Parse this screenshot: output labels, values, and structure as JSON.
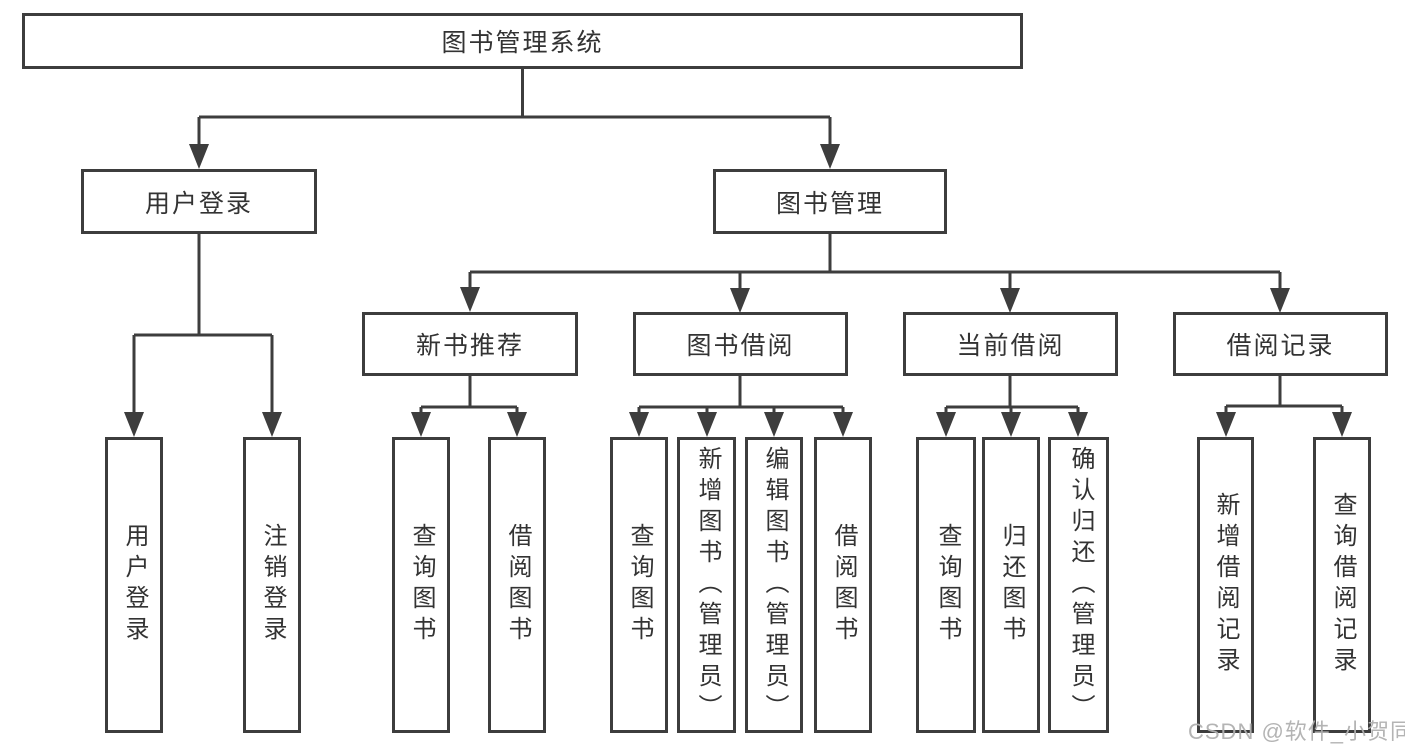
{
  "colors": {
    "line": "#3d3d3d",
    "text": "#333333",
    "background": "#ffffff",
    "watermark": "#b0b0b0"
  },
  "root": {
    "label": "图书管理系统"
  },
  "level2": [
    {
      "label": "用户登录",
      "parent": "图书管理系统"
    },
    {
      "label": "图书管理",
      "parent": "图书管理系统"
    }
  ],
  "level3": [
    {
      "label": "新书推荐",
      "parent": "图书管理"
    },
    {
      "label": "图书借阅",
      "parent": "图书管理"
    },
    {
      "label": "当前借阅",
      "parent": "图书管理"
    },
    {
      "label": "借阅记录",
      "parent": "图书管理"
    }
  ],
  "leaves": [
    {
      "label": "用户登录",
      "parent": "用户登录"
    },
    {
      "label": "注销登录",
      "parent": "用户登录"
    },
    {
      "label": "查询图书",
      "parent": "新书推荐"
    },
    {
      "label": "借阅图书",
      "parent": "新书推荐"
    },
    {
      "label": "查询图书",
      "parent": "图书借阅"
    },
    {
      "label": "新增图书（管理员）",
      "parent": "图书借阅"
    },
    {
      "label": "编辑图书（管理员）",
      "parent": "图书借阅"
    },
    {
      "label": "借阅图书",
      "parent": "图书借阅"
    },
    {
      "label": "查询图书",
      "parent": "当前借阅"
    },
    {
      "label": "归还图书",
      "parent": "当前借阅"
    },
    {
      "label": "确认归还（管理员）",
      "parent": "当前借阅"
    },
    {
      "label": "新增借阅记录",
      "parent": "借阅记录"
    },
    {
      "label": "查询借阅记录",
      "parent": "借阅记录"
    }
  ],
  "watermark": {
    "text": "CSDN @软件_小贺同学"
  }
}
